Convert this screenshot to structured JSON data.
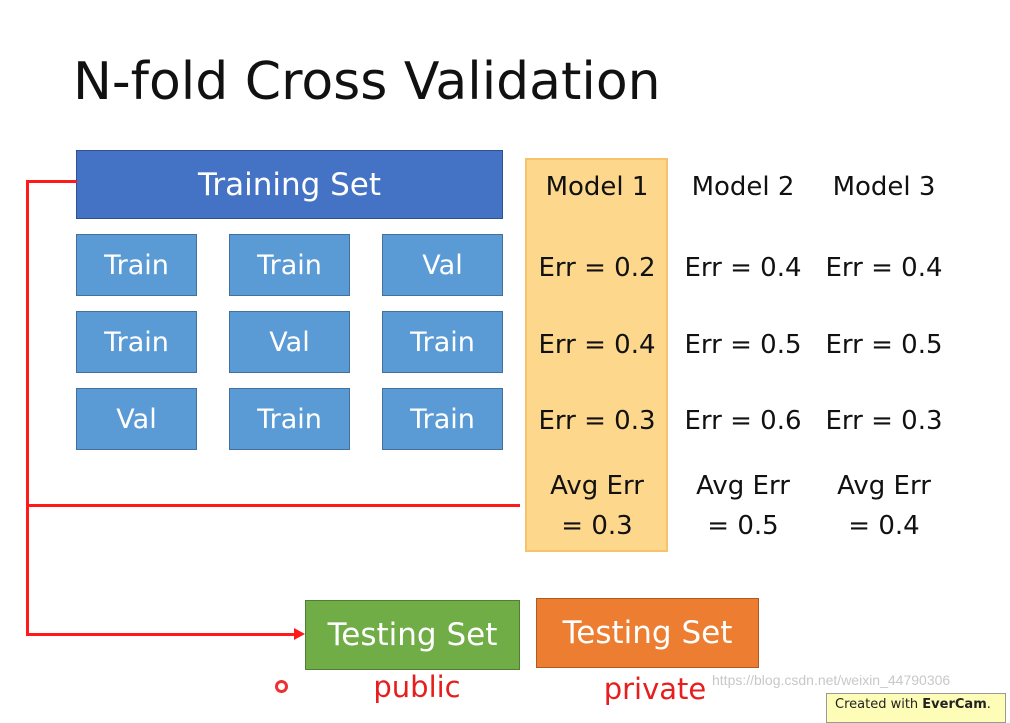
{
  "title": "N-fold Cross Validation",
  "training_set": "Training Set",
  "folds": [
    [
      "Train",
      "Train",
      "Val"
    ],
    [
      "Train",
      "Val",
      "Train"
    ],
    [
      "Val",
      "Train",
      "Train"
    ]
  ],
  "models": [
    {
      "name": "Model 1",
      "errors": [
        "Err = 0.2",
        "Err = 0.4",
        "Err = 0.3"
      ],
      "avg": "Avg Err",
      "avg_value": "= 0.3",
      "highlighted": true
    },
    {
      "name": "Model 2",
      "errors": [
        "Err = 0.4",
        "Err = 0.5",
        "Err = 0.6"
      ],
      "avg": "Avg Err",
      "avg_value": "= 0.5"
    },
    {
      "name": "Model 3",
      "errors": [
        "Err = 0.4",
        "Err = 0.5",
        "Err = 0.3"
      ],
      "avg": "Avg Err",
      "avg_value": "= 0.4"
    }
  ],
  "testing_public": {
    "label": "Testing Set",
    "caption": "public"
  },
  "testing_private": {
    "label": "Testing Set",
    "caption": "private"
  },
  "watermark": "https://blog.csdn.net/weixin_44790306",
  "evercam": {
    "prefix": "Created with ",
    "brand": "EverCam",
    "suffix": "."
  },
  "colors": {
    "training": "#4472c4",
    "fold": "#5b9bd5",
    "highlight": "#fdd78c",
    "public": "#70ad47",
    "private": "#ed7d31",
    "arrow": "#ff1a1a"
  }
}
